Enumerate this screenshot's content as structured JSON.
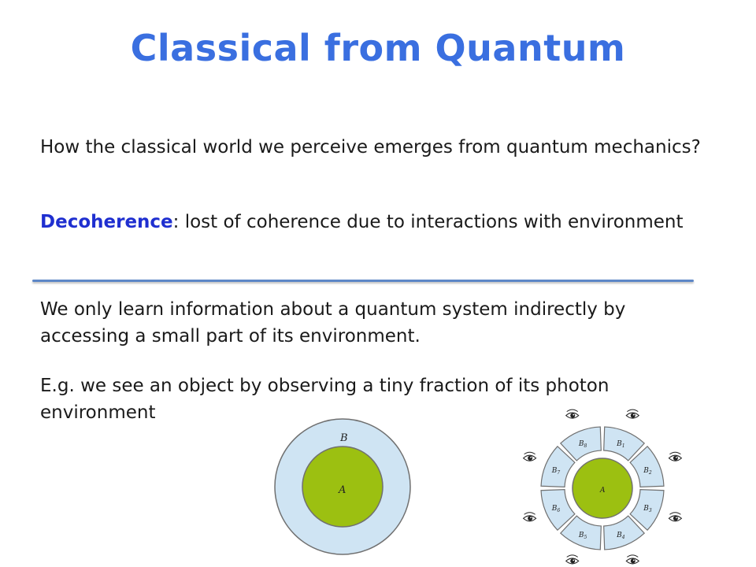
{
  "slide": {
    "title": "Classical from Quantum",
    "paragraph1": "How the classical world we perceive emerges from quantum mechanics?",
    "paragraph2": {
      "term": "Decoherence",
      "rest": ": lost of coherence due to interactions with environment"
    },
    "paragraph3": "We only learn information about a quantum system indirectly by accessing a small part of its environment.",
    "paragraph4": "E.g. we see an object by observing a tiny fraction of its photon environment"
  },
  "diagram_left": {
    "outer_label": "B",
    "inner_label": "A"
  },
  "diagram_right": {
    "center_label": "A",
    "segments": [
      "B1",
      "B2",
      "B3",
      "B4",
      "B5",
      "B6",
      "B7",
      "B8"
    ],
    "observer_icon": "eye-icon"
  },
  "colors": {
    "title": "#3a6fe0",
    "highlight": "#1f2fd0",
    "divider": "#5d87c7",
    "system_fill": "#9cc011",
    "environment_fill": "#cfe4f3",
    "outline": "#707070"
  }
}
